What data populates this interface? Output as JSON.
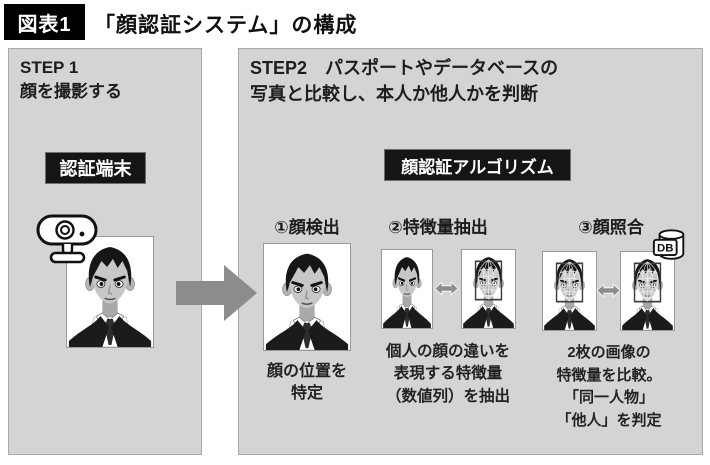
{
  "figure": {
    "tag": "図表1",
    "title": "「顔認証システム」の構成"
  },
  "step1": {
    "line1": "STEP 1",
    "line2": "顔を撮影する",
    "badge": "認証端末"
  },
  "step2": {
    "line1": "STEP2　パスポートやデータベースの",
    "line2": "写真と比較し、本人か他人かを判断",
    "badge": "顔認証アルゴリズム",
    "stages": [
      {
        "heading": "①顔検出",
        "caption": [
          "顔の位置を",
          "特定"
        ]
      },
      {
        "heading": "②特徴量抽出",
        "caption": [
          "個人の顔の違いを",
          "表現する特徴量",
          "（数値列）を抽出"
        ]
      },
      {
        "heading": "③顔照合",
        "db_label": "DB",
        "caption": [
          "2枚の画像の",
          "特徴量を比較。",
          "「同一人物」",
          "「他人」を判定"
        ]
      }
    ]
  },
  "icons": {
    "webcam": "webcam-icon",
    "portrait": "male-portrait-illustration",
    "mesh": "face-mesh-overlay",
    "big_arrow": "right-arrow",
    "double_arrow": "double-headed-arrow",
    "database": "database-cylinder-icon"
  },
  "colors": {
    "panel_bg": "#d4d4d4",
    "panel_border": "#a9a9a9",
    "badge_bg": "#151515",
    "badge_text": "#ffffff",
    "arrow_gray": "#8c8c8c",
    "text": "#1a1a1a"
  }
}
